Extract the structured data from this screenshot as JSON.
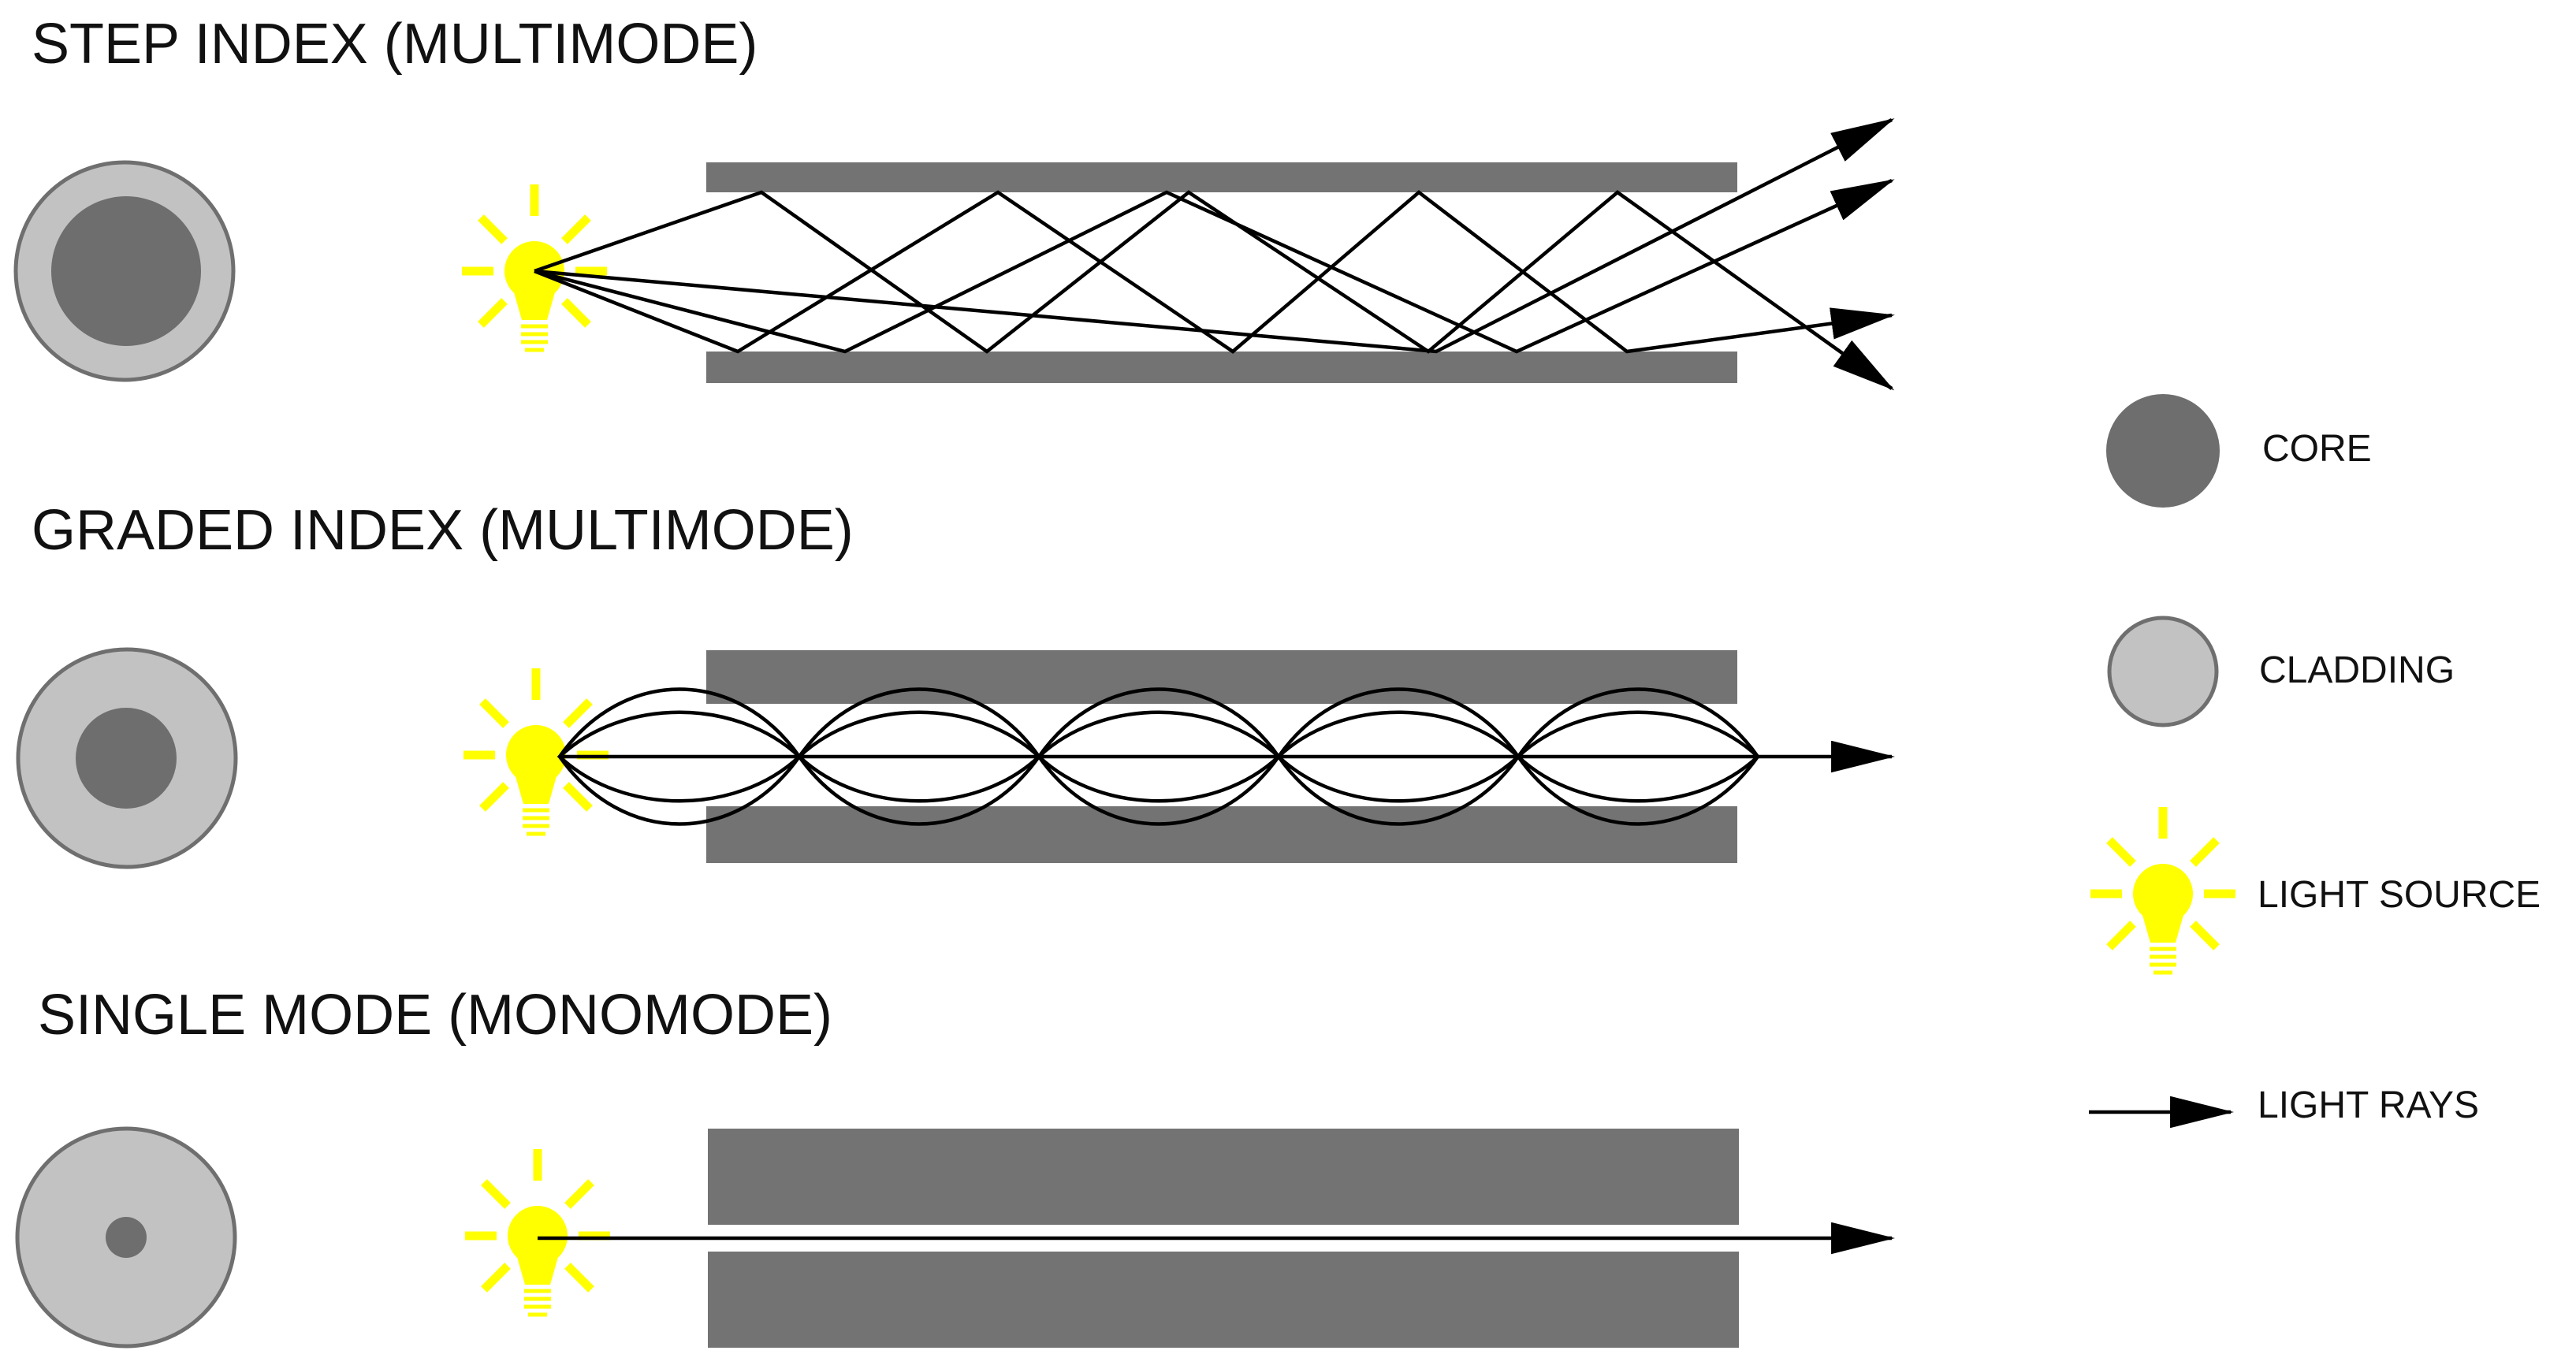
{
  "sections": [
    {
      "title": "STEP INDEX (MULTIMODE)"
    },
    {
      "title": "GRADED INDEX (MULTIMODE)"
    },
    {
      "title": "SINGLE MODE (MONOMODE)"
    }
  ],
  "legend": {
    "core": "CORE",
    "cladding": "CLADDING",
    "light_source": "LIGHT SOURCE",
    "light_rays": "LIGHT RAYS"
  },
  "colors": {
    "core": "#6e6e6e",
    "cladding": "#c2c2c2",
    "fiber_wall": "#737373",
    "light_source": "#ffff00",
    "ray": "#000000"
  }
}
